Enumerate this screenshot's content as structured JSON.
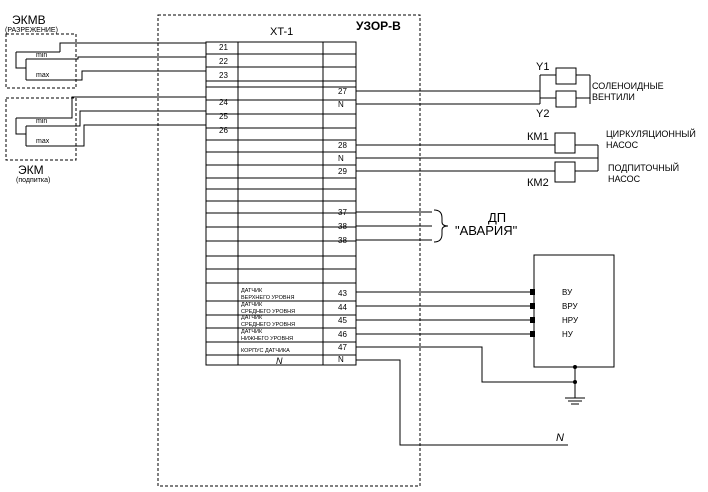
{
  "diagram": {
    "device_title": "УЗОР-В",
    "terminal_block": "XT-1",
    "ekmv": {
      "title": "ЭКМВ",
      "subtitle": "(РАЗРЕЖЕНИЕ)",
      "min": "min",
      "max": "max"
    },
    "ekm": {
      "title": "ЭКМ",
      "subtitle": "(подпитка)",
      "min": "min",
      "max": "max"
    },
    "left_terminals": [
      "21",
      "22",
      "23",
      "24",
      "25",
      "26"
    ],
    "right_terminals": [
      "27",
      "N",
      "28",
      "N",
      "29",
      "37",
      "38",
      "38",
      "43",
      "44",
      "45",
      "46",
      "47",
      "N"
    ],
    "sensor_labels": {
      "s43a": "ДАТЧИК",
      "s43b": "ВЕРХНЕГО УРОВНЯ",
      "s44a": "ДАТЧИК",
      "s44b": "СРЕДНЕГО УРОВНЯ",
      "s45a": "ДАТЧИК",
      "s45b": "СРЕДНЕГО УРОВНЯ",
      "s46a": "ДАТЧИК",
      "s46b": "НИЖНЕГО УРОВНЯ",
      "s47": "КОРПУС ДАТЧИКА"
    },
    "bottom_n_left": "N",
    "valves": {
      "y1": "Y1",
      "y2": "Y2",
      "label1": "СОЛЕНОИДНЫЕ",
      "label2": "ВЕНТИЛИ"
    },
    "pumps": {
      "km1": "КМ1",
      "km2": "КМ2",
      "circ1": "ЦИРКУЛЯЦИОННЫЙ",
      "circ2": "НАСОС",
      "feed1": "ПОДПИТОЧНЫЙ",
      "feed2": "НАСОС"
    },
    "alarm": {
      "line1": "ДП",
      "line2": "\"АВАРИЯ\""
    },
    "level_sensor": {
      "vu": "ВУ",
      "vru": "ВРУ",
      "nru": "НРУ",
      "nu": "НУ"
    },
    "neutral_label": "N"
  }
}
